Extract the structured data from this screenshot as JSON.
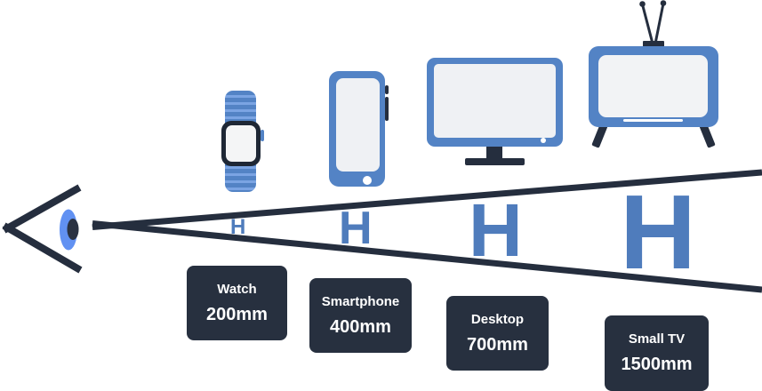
{
  "diagram": {
    "kind": "viewing-distance-comparison",
    "h_letters": [
      "H",
      "H",
      "H",
      "H"
    ]
  },
  "colors": {
    "device_blue": "#5383c5",
    "band_stripe_blue": "#7ba4e3",
    "letter_blue": "#4f7cbc",
    "dark_navy": "#252e3e",
    "label_background": "#27303f",
    "label_text": "#ffffff",
    "screen_fill": "#eff1f4",
    "iris_blue": "#6191f2"
  },
  "devices": [
    {
      "name": "Watch",
      "distance": "200mm",
      "icon": "smartwatch-icon"
    },
    {
      "name": "Smartphone",
      "distance": "400mm",
      "icon": "smartphone-icon"
    },
    {
      "name": "Desktop",
      "distance": "700mm",
      "icon": "desktop-monitor-icon"
    },
    {
      "name": "Small TV",
      "distance": "1500mm",
      "icon": "retro-tv-icon"
    }
  ]
}
